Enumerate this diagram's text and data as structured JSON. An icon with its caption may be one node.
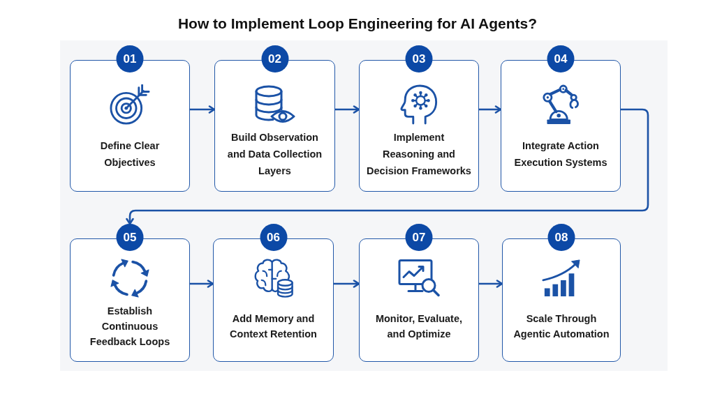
{
  "diagram": {
    "title": "How to Implement Loop Engineering for AI Agents?",
    "nodes": [
      {
        "text": [
          "01",
          "Define Clear Objectives"
        ]
      },
      {
        "text": [
          "02",
          "Build Observation and Data Collection Layers"
        ]
      },
      {
        "text": [
          "03",
          "Implement Reasoning and Decision Frameworks"
        ]
      },
      {
        "text": [
          "04",
          "Integrate Action Execution Systems"
        ]
      },
      {
        "text": [
          "05",
          "Establish Continuous Feedback Loops"
        ]
      },
      {
        "text": [
          "06",
          "Add Memory and Context Retention"
        ]
      },
      {
        "text": [
          "07",
          "Monitor, Evaluate, and Optimize"
        ]
      },
      {
        "text": [
          "08",
          "Scale Through Agentic Automation"
        ]
      }
    ],
    "edges": [
      {
        "from": 0,
        "to": 1,
        "arrow": "to"
      },
      {
        "from": 1,
        "to": 2,
        "arrow": "to"
      },
      {
        "from": 2,
        "to": 3,
        "arrow": "to"
      },
      {
        "from": 3,
        "to": 4,
        "arrow": "to"
      },
      {
        "from": 4,
        "to": 5,
        "arrow": "to"
      },
      {
        "from": 5,
        "to": 6,
        "arrow": "to"
      },
      {
        "from": 6,
        "to": 7,
        "arrow": "to"
      }
    ]
  }
}
